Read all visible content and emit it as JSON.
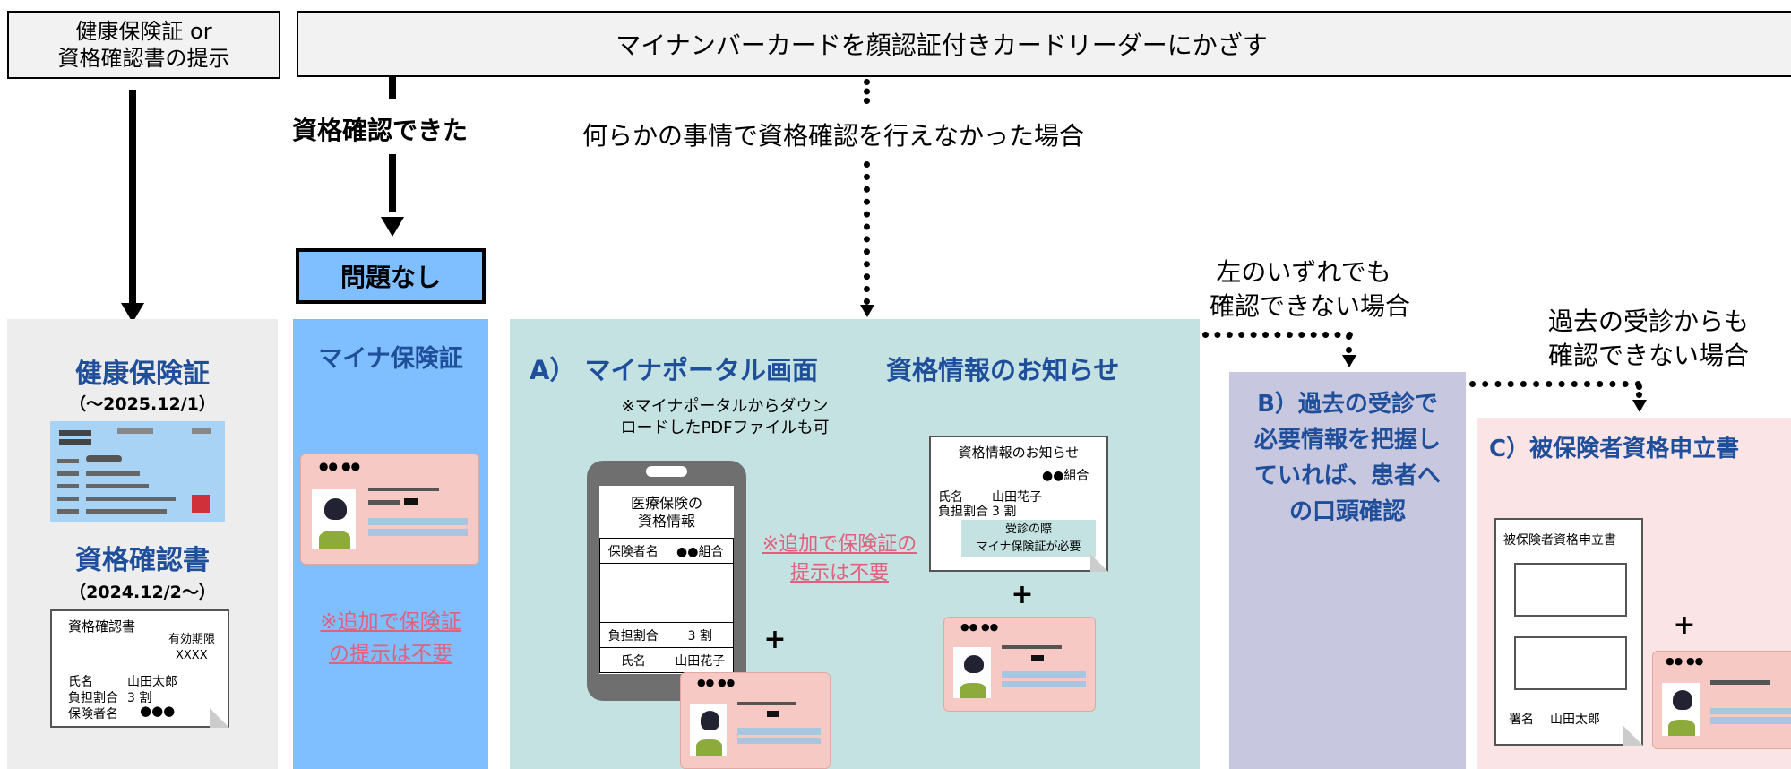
{
  "header": {
    "left_line1": "健康保険証 or",
    "left_line2": "資格確認書の提示",
    "main": "マイナンバーカードを顔認証付きカードリーダーにかざす"
  },
  "flow": {
    "confirmed_label": "資格確認できた",
    "no_problem": "問題なし",
    "failed_label": "何らかの事情で資格確認を行えなかった場合",
    "neither_line1": "左のいずれでも",
    "neither_line2": "確認できない場合",
    "past_line1": "過去の受診からも",
    "past_line2": "確認できない場合"
  },
  "panel_gray": {
    "title1": "健康保険証",
    "period1": "（〜2025.12/1）",
    "title2": "資格確認書",
    "period2": "（2024.12/2〜）",
    "doc_title": "資格確認書",
    "doc_validity": "有効期限",
    "doc_validity_val": "XXXX",
    "doc_name_label": "氏名",
    "doc_name_val": "山田太郎",
    "doc_ratio_label": "負担割合",
    "doc_ratio_val": "3 割",
    "doc_insurer_label": "保険者名",
    "doc_insurer_val": "●●●"
  },
  "panel_blue": {
    "title": "マイナ保険証",
    "note_line1": "※追加で保険証",
    "note_line2": "の提示は不要"
  },
  "panel_teal": {
    "title_a": "A） マイナポータル画面",
    "title_b": "資格情報のお知らせ",
    "sub_line1": "※マイナポータルからダウン",
    "sub_line2": "ロードしたPDFファイルも可",
    "phone_head1": "医療保険の",
    "phone_head2": "資格情報",
    "row1_label": "保険者名",
    "row1_val": "●●組合",
    "row2_label": "負担割合",
    "row2_val": "3 割",
    "row3_label": "氏名",
    "row3_val": "山田花子",
    "note_line1": "※追加で保険証の",
    "note_line2": "提示は不要",
    "notice_title": "資格情報のお知らせ",
    "notice_group": "●●組合",
    "notice_name_label": "氏名",
    "notice_name_val": "山田花子",
    "notice_ratio_label": "負担割合",
    "notice_ratio_val": "3 割",
    "notice_box1": "受診の際",
    "notice_box2": "マイナ保険証が必要",
    "plus": "+"
  },
  "panel_purple": {
    "line1": "B）過去の受診で",
    "line2": "必要情報を把握し",
    "line3": "ていれば、患者へ",
    "line4": "の口頭確認"
  },
  "panel_pink": {
    "title": "C）被保険者資格申立書",
    "form_title": "被保険者資格申立書",
    "sign_label": "署名",
    "sign_val": "山田太郎",
    "plus": "+"
  },
  "card": {
    "dots": "●● ●●"
  },
  "colors": {
    "gray_panel": "#ededed",
    "blue_panel": "#7fbfff",
    "teal_panel": "#c3e2e1",
    "purple_panel": "#c7c7df",
    "pink_panel": "#fbe4e6",
    "title_blue": "#1f4e9a",
    "note_pink": "#e0607e"
  }
}
